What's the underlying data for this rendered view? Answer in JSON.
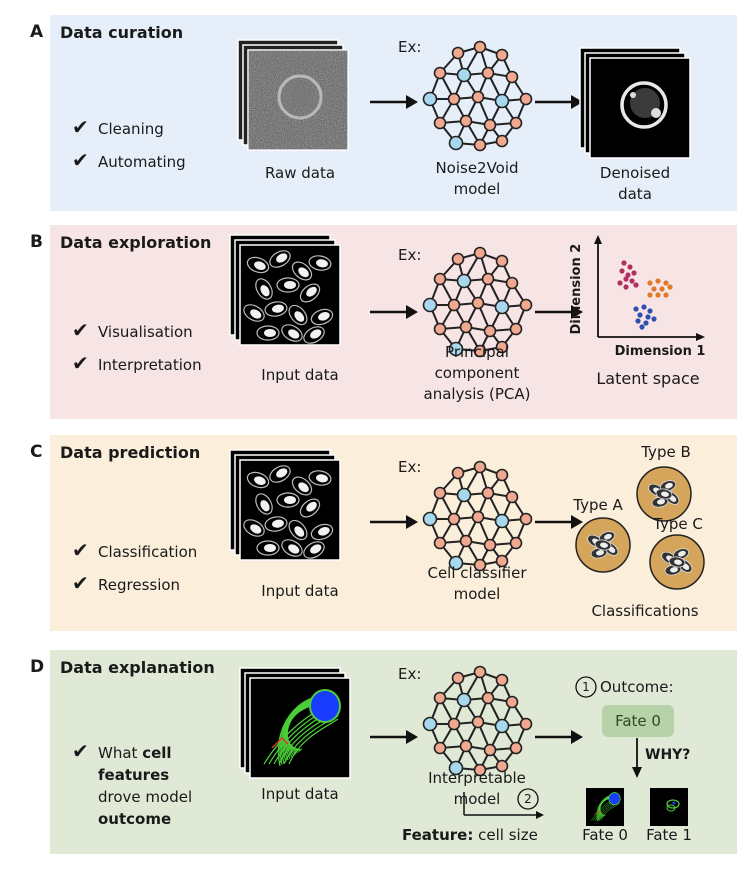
{
  "panel_a": {
    "letter": "A",
    "title": "Data curation",
    "checks": [
      "Cleaning",
      "Automating"
    ],
    "raw_label": "Raw data",
    "ex_label": "Ex:",
    "model_line1": "Noise2Void",
    "model_line2": "model",
    "out_line1": "Denoised",
    "out_line2": "data"
  },
  "panel_b": {
    "letter": "B",
    "title": "Data exploration",
    "checks": [
      "Visualisation",
      "Interpretation"
    ],
    "input_label": "Input data",
    "ex_label": "Ex:",
    "model_line1": "Principal",
    "model_line2": "component",
    "model_line3": "analysis (PCA)",
    "y_axis": "Dimension 2",
    "x_axis": "Dimension 1",
    "out_label": "Latent space",
    "cluster_colors": [
      "#b03060",
      "#e07a2a",
      "#2f4fb0"
    ]
  },
  "panel_c": {
    "letter": "C",
    "title": "Data prediction",
    "checks": [
      "Classification",
      "Regression"
    ],
    "input_label": "Input data",
    "ex_label": "Ex:",
    "model_line1": "Cell classifier",
    "model_line2": "model",
    "type_a": "Type A",
    "type_b": "Type B",
    "type_c": "Type C",
    "out_label": "Classifications",
    "class_fill": "#d4a55a"
  },
  "panel_d": {
    "letter": "D",
    "title": "Data explanation",
    "check_prefix": "What",
    "check_bold1": "cell",
    "check_bold2": "features",
    "check_line3": "drove model",
    "check_bold3": "outcome",
    "input_label": "Input data",
    "ex_label": "Ex:",
    "model_line1": "Interpretable",
    "model_line2": "model",
    "step1": "1",
    "outcome_label": "Outcome:",
    "fate_box": "Fate 0",
    "why": "WHY?",
    "step2": "2",
    "feature_bold": "Feature:",
    "feature_rest": "cell size",
    "fate0": "Fate 0",
    "fate1": "Fate 1"
  },
  "colors": {
    "node_orange": "#f0a890",
    "node_blue": "#a8d8ee",
    "panel_a_bg": "#e6eff9",
    "panel_b_bg": "#f7e4e4",
    "panel_c_bg": "#fbefdc",
    "panel_d_bg": "#dfe9d6",
    "cell_green": "#4ccf3a",
    "nucleus_blue": "#1a3cff"
  },
  "icons": [
    "check-icon",
    "arrow-right-icon",
    "neural-network-icon",
    "image-stack-icon"
  ]
}
